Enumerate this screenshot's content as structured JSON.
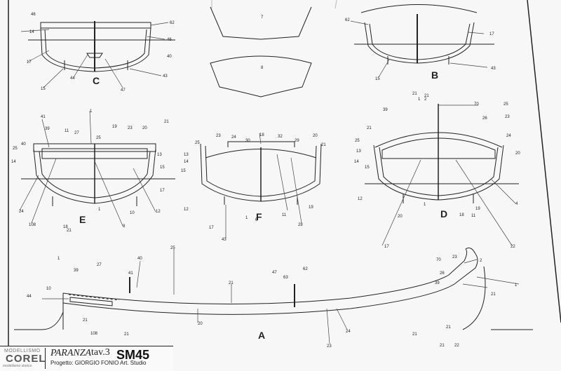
{
  "sheet": {
    "brand_small": "MODELLISMO",
    "brand_name": "COREL",
    "brand_tag": "modellismo storico",
    "model_name": "PARANZA",
    "plate": "tav.3",
    "code": "SM45",
    "project": "Progetto: GIORGIO FONIO Art. Studio"
  },
  "section_letters": {
    "c": "C",
    "b": "B",
    "e": "E",
    "f": "F",
    "d": "D",
    "a": "A"
  },
  "frame_numbers": {
    "top": "7",
    "bottom": "8"
  },
  "callouts": {
    "c": [
      "46",
      "14",
      "62",
      "17",
      "46",
      "40",
      "15",
      "44",
      "47",
      "43"
    ],
    "b": [
      "62",
      "15",
      "17",
      "43"
    ],
    "e": [
      "41",
      "39",
      "11",
      "27",
      "1",
      "25",
      "19",
      "23",
      "20",
      "21",
      "40",
      "25",
      "14",
      "13",
      "15",
      "17",
      "12",
      "24",
      "108",
      "18",
      "21",
      "1",
      "10",
      "8"
    ],
    "f": [
      "25",
      "23",
      "24",
      "30",
      "18",
      "32",
      "29",
      "20",
      "21",
      "13",
      "14",
      "15",
      "12",
      "17",
      "43",
      "1",
      "6",
      "11",
      "28",
      "19"
    ],
    "d": [
      "39",
      "21",
      "1",
      "2",
      "70",
      "25",
      "26",
      "23",
      "24",
      "20",
      "13",
      "14",
      "15",
      "12",
      "4",
      "20",
      "17",
      "1",
      "18",
      "11",
      "19",
      "22",
      "21",
      "25",
      "21"
    ],
    "a": [
      "1",
      "25",
      "40",
      "41",
      "39",
      "27",
      "44",
      "10",
      "21",
      "108",
      "21",
      "20",
      "21",
      "47",
      "63",
      "62",
      "23",
      "24",
      "70",
      "23",
      "26",
      "2",
      "39",
      "1",
      "21",
      "21",
      "21",
      "22",
      "21"
    ]
  }
}
